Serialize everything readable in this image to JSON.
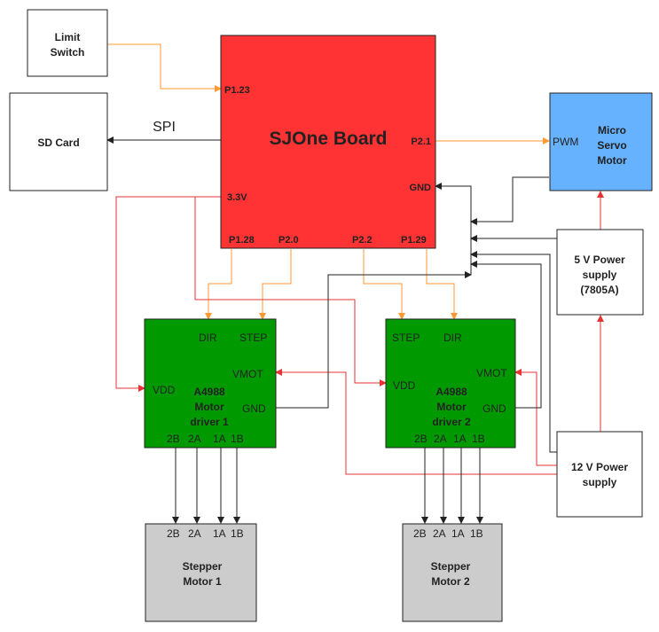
{
  "blocks": {
    "limit_switch": {
      "lines": [
        "Limit",
        "Switch"
      ],
      "fill": "#ffffff"
    },
    "sd_card": {
      "lines": [
        "SD Card"
      ],
      "fill": "#ffffff"
    },
    "sjone": {
      "title": "SJOne Board",
      "fill": "#ff3333",
      "pins": {
        "p123": "P1.23",
        "p21": "P2.1",
        "gnd": "GND",
        "v33": "3.3V",
        "p128": "P1.28",
        "p20": "P2.0",
        "p22": "P2.2",
        "p129": "P1.29"
      }
    },
    "servo": {
      "lines": [
        "Micro",
        "Servo",
        "Motor"
      ],
      "pwm": "PWM",
      "fill": "#66b2ff"
    },
    "psu5": {
      "lines": [
        "5 V Power",
        "supply",
        "(7805A)"
      ],
      "fill": "#ffffff"
    },
    "psu12": {
      "lines": [
        "12 V Power",
        "supply"
      ],
      "fill": "#ffffff"
    },
    "driver1": {
      "lines": [
        "A4988",
        "Motor",
        "driver 1"
      ],
      "fill": "#009900",
      "pins": {
        "dir": "DIR",
        "step": "STEP",
        "vmot": "VMOT",
        "vdd": "VDD",
        "gnd": "GND",
        "b2": "2B",
        "a2": "2A",
        "a1": "1A",
        "b1": "1B"
      }
    },
    "driver2": {
      "lines": [
        "A4988",
        "Motor",
        "driver 2"
      ],
      "fill": "#009900",
      "pins": {
        "step": "STEP",
        "dir": "DIR",
        "vmot": "VMOT",
        "vdd": "VDD",
        "gnd": "GND",
        "b2": "2B",
        "a2": "2A",
        "a1": "1A",
        "b1": "1B"
      }
    },
    "stepper1": {
      "lines": [
        "Stepper",
        "Motor 1"
      ],
      "fill": "#cccccc",
      "pins": {
        "b2": "2B",
        "a2": "2A",
        "a1": "1A",
        "b1": "1B"
      }
    },
    "stepper2": {
      "lines": [
        "Stepper",
        "Motor 2"
      ],
      "fill": "#cccccc",
      "pins": {
        "b2": "2B",
        "a2": "2A",
        "a1": "1A",
        "b1": "1B"
      }
    }
  },
  "edges": {
    "spi": "SPI"
  },
  "colors": {
    "signal": "#ff9933",
    "power": "#e63333",
    "ground": "#222222"
  }
}
